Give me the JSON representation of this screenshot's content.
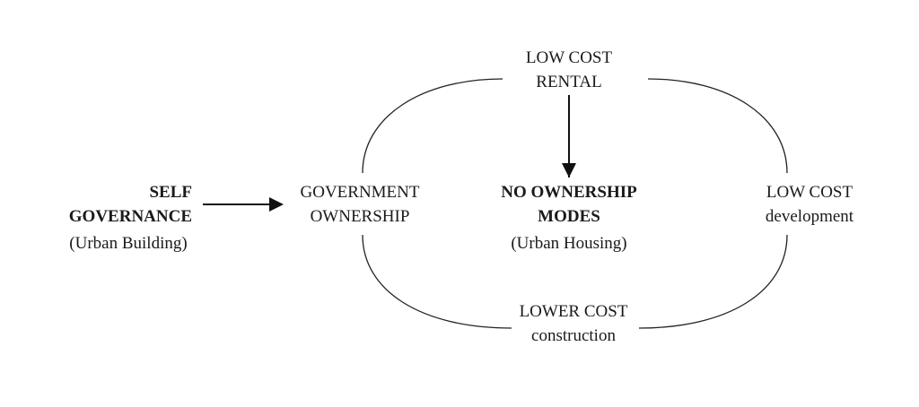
{
  "nodes": {
    "rental": {
      "line1": "LOW COST",
      "line2": "RENTAL"
    },
    "self": {
      "line1": "SELF",
      "line2": "GOVERNANCE",
      "sub": "(Urban Building)"
    },
    "government": {
      "line1": "GOVERNMENT",
      "line2": "OWNERSHIP"
    },
    "center": {
      "line1": "NO OWNERSHIP",
      "line2": "MODES",
      "sub": "(Urban Housing)"
    },
    "development": {
      "line1": "LOW COST",
      "line2": "development"
    },
    "construction": {
      "line1": "LOWER COST",
      "line2": "construction"
    }
  }
}
